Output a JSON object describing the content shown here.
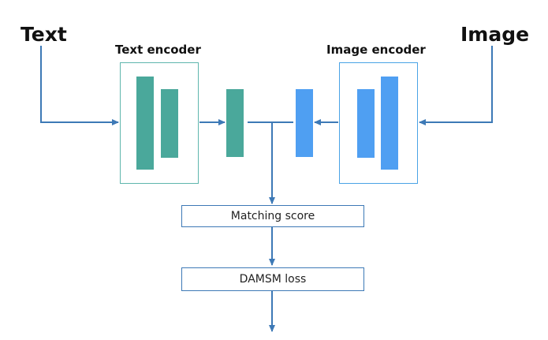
{
  "inputs": {
    "text_label": "Text",
    "image_label": "Image"
  },
  "encoders": {
    "text_encoder_label": "Text encoder",
    "image_encoder_label": "Image encoder"
  },
  "outputs": {
    "matching_score_label": "Matching score",
    "loss_label": "DAMSM loss"
  },
  "colors": {
    "text_branch": "#4aa89b",
    "image_branch": "#4f9ff2",
    "connector": "#3d79b6"
  }
}
